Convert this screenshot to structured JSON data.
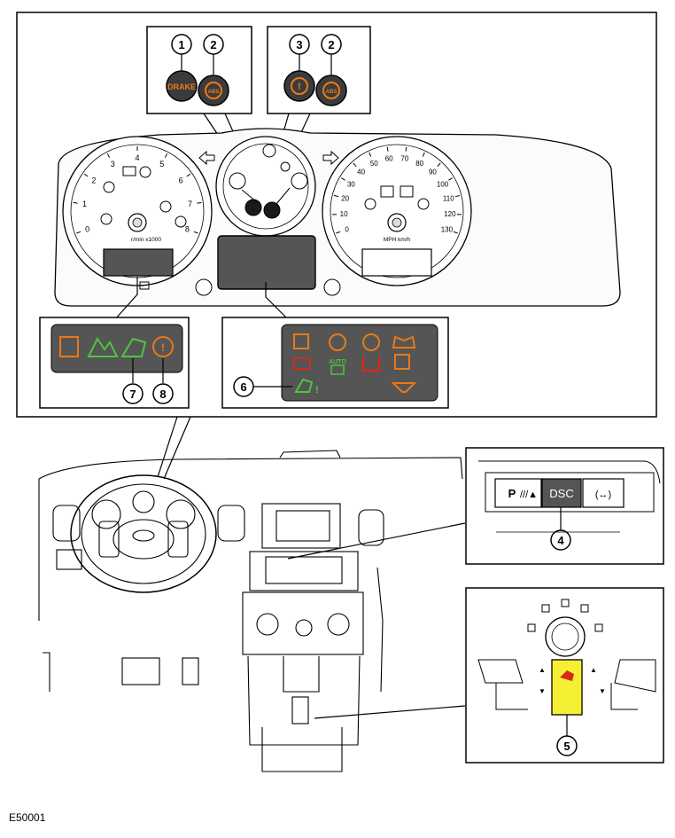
{
  "figure_id": "E50001",
  "callouts": [
    "1",
    "2",
    "3",
    "2",
    "4",
    "5",
    "6",
    "7",
    "8"
  ],
  "warning_lamps": {
    "brake_label": "DRAKE",
    "abs_label": "ABS",
    "ebd_label": "!",
    "abs2_label": "ABS"
  },
  "tachometer": {
    "ticks": [
      "0",
      "1",
      "2",
      "3",
      "4",
      "5",
      "6",
      "7",
      "8"
    ],
    "unit_label": "r/min x1000"
  },
  "speedometer": {
    "ticks": [
      "0",
      "10",
      "20",
      "30",
      "40",
      "50",
      "60",
      "70",
      "80",
      "90",
      "100",
      "110",
      "120",
      "130"
    ],
    "unit_label": "MPH km/h"
  },
  "message_centre": {
    "auto_label": "AUTO"
  },
  "switch_panel": {
    "left_label": "P",
    "dsc_label": "DSC",
    "right_label": "(↔)"
  },
  "colors": {
    "amber": "#e87a1a",
    "green": "#4cc640",
    "red": "#d42a1a",
    "lamp_panel": "#555555",
    "yellow": "#f6f034"
  }
}
